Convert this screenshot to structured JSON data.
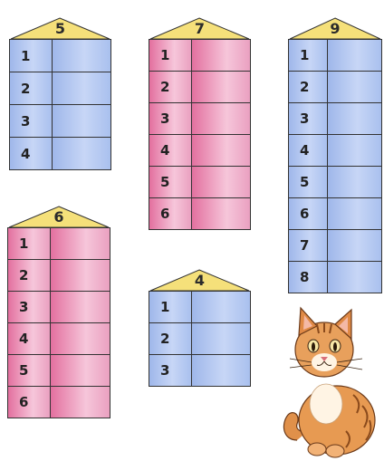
{
  "houses": [
    {
      "roof": "5",
      "rows": [
        "1",
        "2",
        "3",
        "4"
      ]
    },
    {
      "roof": "7",
      "rows": [
        "1",
        "2",
        "3",
        "4",
        "5",
        "6"
      ]
    },
    {
      "roof": "9",
      "rows": [
        "1",
        "2",
        "3",
        "4",
        "5",
        "6",
        "7",
        "8"
      ]
    },
    {
      "roof": "6",
      "rows": [
        "1",
        "2",
        "3",
        "4",
        "5",
        "6"
      ]
    },
    {
      "roof": "4",
      "rows": [
        "1",
        "2",
        "3"
      ]
    }
  ],
  "colors": {
    "roof": "#f5e07a",
    "blue": "#b3c7f1",
    "pink": "#ef9cc0"
  },
  "illustration": "kitten"
}
